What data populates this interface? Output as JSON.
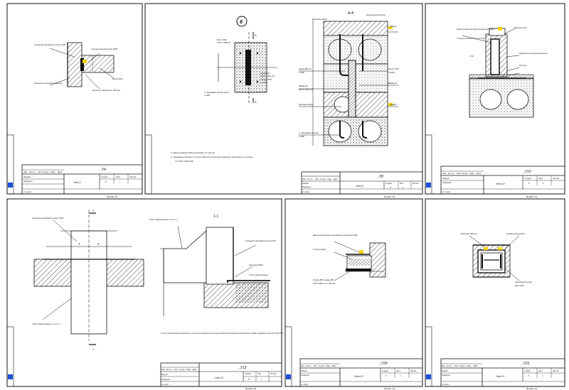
{
  "sheets": [
    {
      "id": "sheet-1",
      "sheet_code": "..У4",
      "sheet_name": "Узел 4",
      "stamp": "Формат А4"
    },
    {
      "id": "sheet-2",
      "sheet_code": "..У8",
      "sheet_name": "Узел 8",
      "stamp": "Формат А3"
    },
    {
      "id": "sheet-3",
      "sheet_code": "..У10",
      "sheet_name": "Узел 10",
      "stamp": "Формат А4"
    },
    {
      "id": "sheet-4",
      "sheet_code": "..У12",
      "sheet_name": "Узел 12",
      "stamp": "Формат А3"
    },
    {
      "id": "sheet-5",
      "sheet_code": "..У20",
      "sheet_name": "Узел 20",
      "stamp": "Формат А4"
    },
    {
      "id": "sheet-6",
      "sheet_code": "..У21",
      "sheet_name": "Узел 21",
      "stamp": "Формат А4"
    }
  ],
  "title_block_headers": [
    "Изм.",
    "Кол.уч.",
    "Лист",
    "№ док.",
    "Подп.",
    "Дата"
  ],
  "title_block_roles": [
    "Разраб.",
    "Проверил",
    "Н. контр."
  ],
  "title_block_cols": [
    "Стадия",
    "Лист",
    "Листов"
  ],
  "title_block_values": [
    "Р",
    "1"
  ],
  "sheet1_labels": [
    "Стальной закладной уголок 75х6",
    "Сталь/стальной лист 1800",
    "Бетон В25",
    "Цементно-песчаный раствор",
    "Бетон до Металлич. бетона"
  ],
  "sheet2": {
    "section_label": "А-А",
    "circle_label": "8",
    "labels": [
      "Болт М16",
      "ГОСТ 7798-70",
      "Шайба 16",
      "ГОСТ 11371-78",
      "Уголок 75х6",
      "L=1200",
      "1. Закладная деталь МН-1",
      "Монолитный бетон",
      "Сварка",
      "Раствор М100",
      "Анкер Ø12 А-I",
      "L=150",
      "Шайба 16",
      "ГОСТ 11371-78",
      "L=100",
      "1. Закладная деталь"
    ],
    "notes": [
      "1. Длину анкеров М16 принимать по месту.",
      "2. Закладные детали из Ст3 и другие стальные элементы выполнять из стали",
      "по ГОСТ 14637-89."
    ]
  },
  "sheet3_labels": [
    "Уплотнитель",
    "Пенополиуретан Эластичная мастика",
    "Сталь/стальной лист 0,5 мм",
    "L 50",
    "Цементно-песчаный раствор",
    "Плитка"
  ],
  "sheet4": {
    "section_label": "1-1",
    "cut_label": "1",
    "labels": [
      "Стальной закладной уголок 75х6",
      "Слой гидроизоляции из 2 сл. 1",
      "Стальной закладной уголок 200",
      "Слой гидроизоляции",
      "Раствор М100",
      "Слой гидроизоляции из 2 сл. 1"
    ],
    "note": "1. Слой гидроизоляции выполнять из рулонного бикроста толщиной 3мм. Выпущенные водонапорные трубы перевести мастикой БП-77Х."
  },
  "sheet5_labels": [
    "Мастика битумно-полимерная толщиной 3мм",
    "Стеклоткань",
    "Сталь 6ЯП, анкер Ø6",
    "ГОСТ 6402-70, L 300 мм"
  ],
  "sheet6_labels": [
    "Мастика \"БАЗ-А\"",
    "Газобетонный блок",
    "Закладная деталь",
    "НМ-1-200"
  ]
}
